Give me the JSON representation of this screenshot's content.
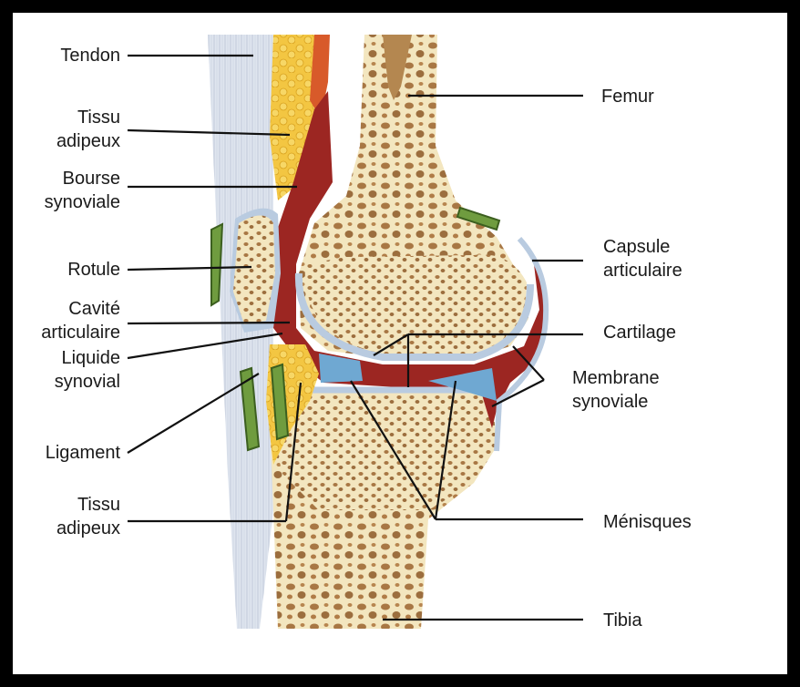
{
  "colors": {
    "frame": "#000000",
    "bone": "#f3e6bf",
    "bone_pore": "#9c6e3e",
    "cartilage": "#b9cbe0",
    "meniscus": "#6fa8d2",
    "cavity": "#9c2622",
    "fat": "#f3c642",
    "tendon": "#dfe5ef",
    "ligament": "#5f8f3a"
  },
  "labels_left": {
    "tendon": "Tendon",
    "tissu_adipeux_1a": "Tissu",
    "tissu_adipeux_1b": "adipeux",
    "bourse_a": "Bourse",
    "bourse_b": "synoviale",
    "rotule": "Rotule",
    "cavite_a": "Cavité",
    "cavite_b": "articulaire",
    "liquide_a": "Liquide",
    "liquide_b": "synovial",
    "ligament": "Ligament",
    "tissu_adipeux_2a": "Tissu",
    "tissu_adipeux_2b": "adipeux"
  },
  "labels_right": {
    "femur": "Femur",
    "capsule_a": "Capsule",
    "capsule_b": "articulaire",
    "cartilage": "Cartilage",
    "membrane_a": "Membrane",
    "membrane_b": "synoviale",
    "menisques": "Ménisques",
    "tibia": "Tibia"
  }
}
